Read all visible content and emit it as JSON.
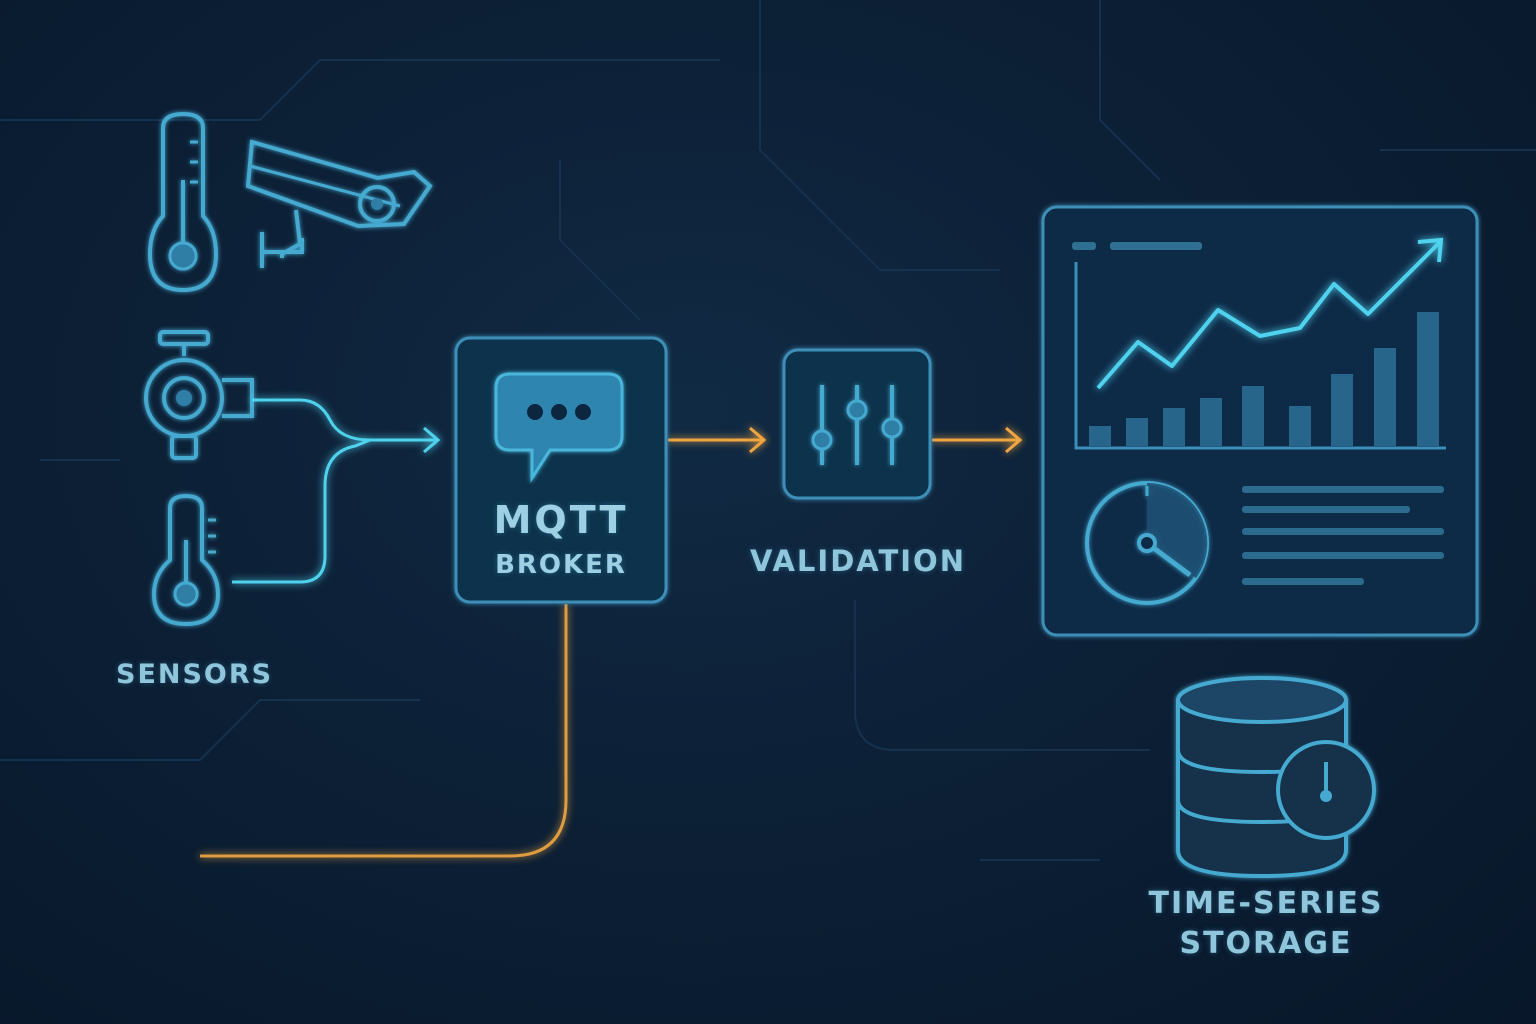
{
  "labels": {
    "sensors": "SENSORS",
    "mqtt_line1": "MQTT",
    "mqtt_line2": "BROKER",
    "validation": "VALIDATION",
    "storage_line1": "TIME-SERIES",
    "storage_line2": "STORAGE"
  },
  "icons": {
    "thermometer_1": "thermometer-icon",
    "camera": "security-camera-icon",
    "valve": "pump-valve-icon",
    "thermometer_2": "thermometer-icon",
    "broker": "chat-bubble-icon",
    "validation": "sliders-icon",
    "dashboard": "dashboard-icon",
    "database": "database-clock-icon"
  },
  "colors": {
    "background": "#0b1c2e",
    "cyan_flow": "#4fd2ee",
    "orange_flow": "#f0a640",
    "icon_stroke": "#44a9d0",
    "label_text": "#8fc6dc"
  }
}
